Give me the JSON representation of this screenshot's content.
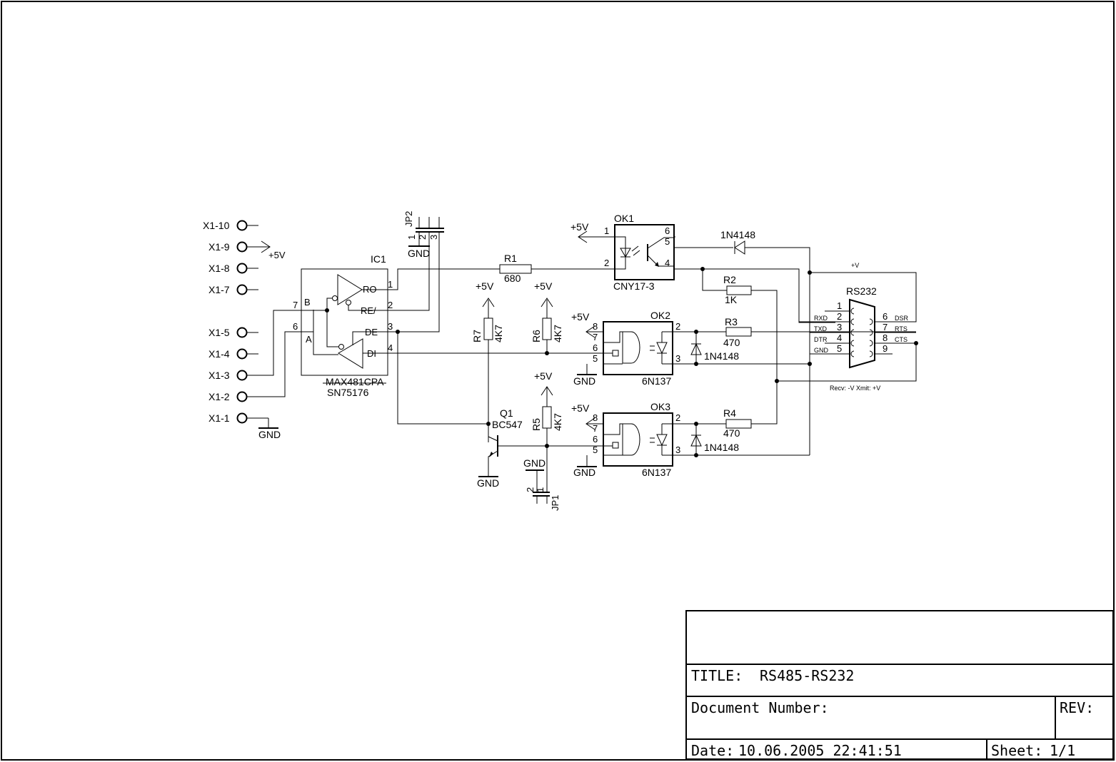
{
  "title_block": {
    "title_label": "TITLE:",
    "title_value": "RS485-RS232",
    "docnum_label": "Document Number:",
    "rev_label": "REV:",
    "date_label": "Date:",
    "date_value": "10.06.2005 22:41:51",
    "sheet_label": "Sheet:",
    "sheet_value": "1/1"
  },
  "connector_x1": {
    "pins": [
      "X1-10",
      "X1-9",
      "X1-8",
      "X1-7",
      "X1-5",
      "X1-4",
      "X1-3",
      "X1-2",
      "X1-1"
    ]
  },
  "supply": {
    "vcc": "+5V",
    "gnd": "GND",
    "vplus": "+V"
  },
  "ic1": {
    "ref": "IC1",
    "part1": "MAX481CPA",
    "part2": "SN75176",
    "pins": {
      "ro": "RO",
      "re": "RE/",
      "de": "DE",
      "di": "DI",
      "b": "B",
      "a": "A"
    },
    "pin_numbers": {
      "ro": "1",
      "re": "2",
      "de": "3",
      "di": "4",
      "b": "7",
      "a": "6"
    }
  },
  "jp2": {
    "ref": "JP2",
    "pins": [
      "1",
      "2",
      "3"
    ]
  },
  "jp1": {
    "ref": "JP1",
    "pins": [
      "2",
      "1"
    ]
  },
  "resistors": {
    "r1": {
      "ref": "R1",
      "value": "680"
    },
    "r2": {
      "ref": "R2",
      "value": "1K"
    },
    "r3": {
      "ref": "R3",
      "value": "470"
    },
    "r4": {
      "ref": "R4",
      "value": "470"
    },
    "r5": {
      "ref": "R5",
      "value": "4K7"
    },
    "r6": {
      "ref": "R6",
      "value": "4K7"
    },
    "r7": {
      "ref": "R7",
      "value": "4K7"
    }
  },
  "diodes": {
    "d1": "1N4148",
    "d2": "1N4148",
    "d3": "1N4148"
  },
  "q1": {
    "ref": "Q1",
    "part": "BC547"
  },
  "ok1": {
    "ref": "OK1",
    "part": "CNY17-3",
    "pins": [
      "1",
      "2",
      "6",
      "5",
      "4"
    ]
  },
  "ok2": {
    "ref": "OK2",
    "part": "6N137",
    "pins": [
      "8",
      "7",
      "6",
      "5",
      "2",
      "3"
    ]
  },
  "ok3": {
    "ref": "OK3",
    "part": "6N137",
    "pins": [
      "8",
      "7",
      "6",
      "5",
      "2",
      "3"
    ]
  },
  "rs232": {
    "ref": "RS232",
    "left_pins": [
      "1",
      "2",
      "3",
      "4",
      "5"
    ],
    "left_signals": [
      "RXD",
      "TXD",
      "DTR",
      "GND"
    ],
    "right_pins": [
      "6",
      "7",
      "8",
      "9"
    ],
    "right_signals": [
      "DSR",
      "RTS",
      "CTS"
    ],
    "note": "Recv: -V Xmit: +V"
  }
}
